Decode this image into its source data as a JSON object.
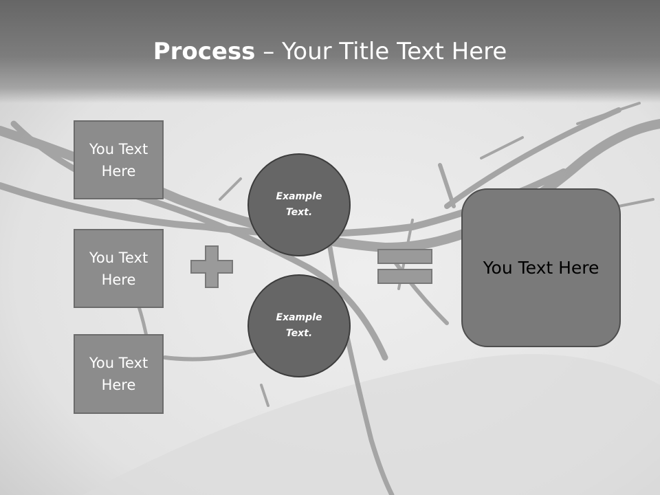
{
  "title": {
    "bold": "Process",
    "rest": " – Your Title Text Here"
  },
  "left_boxes": [
    {
      "label": "You Text Here"
    },
    {
      "label": "You Text Here"
    },
    {
      "label": "You Text Here"
    }
  ],
  "circles": [
    {
      "label": "Example Text."
    },
    {
      "label": "Example Text."
    }
  ],
  "result": {
    "label": "You Text Here"
  },
  "colors": {
    "title_bar": "#666666",
    "box_fill": "#8c8c8c",
    "circle_fill": "#666666",
    "result_fill": "#7a7a7a",
    "operator_fill": "#9a9a9a"
  },
  "icons": {
    "plus": "plus-icon",
    "equals": "equals-icon"
  }
}
